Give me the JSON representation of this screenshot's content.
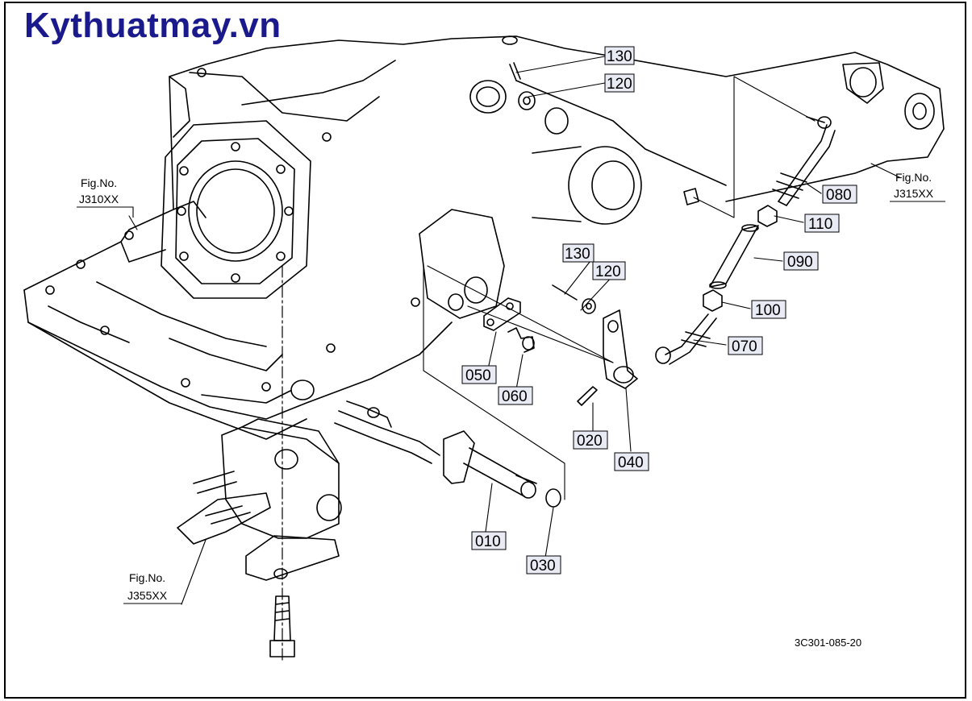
{
  "watermark": "Kythuatmay.vn",
  "drawing_id": "3C301-085-20",
  "figure_refs": [
    {
      "line1": "Fig.No.",
      "line2": "J310XX"
    },
    {
      "line1": "Fig.No.",
      "line2": "J315XX"
    },
    {
      "line1": "Fig.No.",
      "line2": "J355XX"
    }
  ],
  "part_numbers": [
    "130",
    "120",
    "080",
    "110",
    "090",
    "100",
    "070",
    "130",
    "120",
    "050",
    "060",
    "020",
    "040",
    "010",
    "030"
  ]
}
